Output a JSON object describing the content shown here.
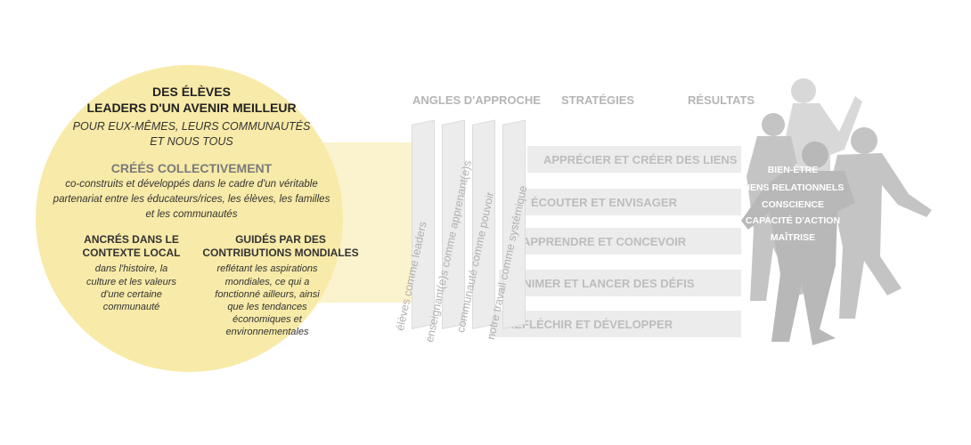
{
  "circle": {
    "title_line1": "DES ÉLÈVES",
    "title_line2": "LEADERS D'UN AVENIR MEILLEUR",
    "subtitle_line1": "POUR EUX-MÊMES, LEURS COMMUNAUTÉS",
    "subtitle_line2": "ET NOUS TOUS",
    "co_heading": "CRÉÉS COLLECTIVEMENT",
    "co_line1": "co-construits et développés dans le cadre d'un véritable",
    "co_line2": "partenariat entre les éducateurs/rices, les élèves, les familles",
    "co_line3": "et les communautés",
    "local_heading_line1": "ANCRÉS DANS LE",
    "local_heading_line2": "CONTEXTE LOCAL",
    "local_line1": "dans l'histoire, la",
    "local_line2": "culture et les valeurs",
    "local_line3": "d'une certaine",
    "local_line4": "communauté",
    "global_heading_line1": "GUIDÉS PAR DES",
    "global_heading_line2": "CONTRIBUTIONS MONDIALES",
    "global_line1": "reflétant les aspirations",
    "global_line2": "mondiales, ce qui a",
    "global_line3": "fonctionné ailleurs, ainsi",
    "global_line4": "que les tendances",
    "global_line5": "économiques et",
    "global_line6": "environnementales"
  },
  "headers": {
    "angles": "ANGLES D'APPROCHE",
    "strategies": "STRATÉGIES",
    "results": "RÉSULTATS"
  },
  "angles": [
    "élèves comme leaders",
    "enseignant(e)s comme apprenant(e)s",
    "communauté comme pouvoir",
    "notre travail comme systémique"
  ],
  "strategies": [
    "APPRÉCIER ET CRÉER DES LIENS",
    "ÉCOUTER ET ENVISAGER",
    "APPRENDRE ET CONCEVOIR",
    "ANIMER ET LANCER DES DÉFIS",
    "RÉFLÉCHIR ET DÉVELOPPER"
  ],
  "results": [
    "BIEN-ÊTRE",
    "LIENS RELATIONNELS",
    "CONSCIENCE",
    "CAPACITÉ D'ACTION",
    "MAÎTRISE"
  ],
  "colors": {
    "circle": "#f8eaa8",
    "band": "#fbf3cd",
    "bar": "#ececec",
    "muted_text": "#b5b5b5",
    "figure": "#bdbdbd"
  }
}
